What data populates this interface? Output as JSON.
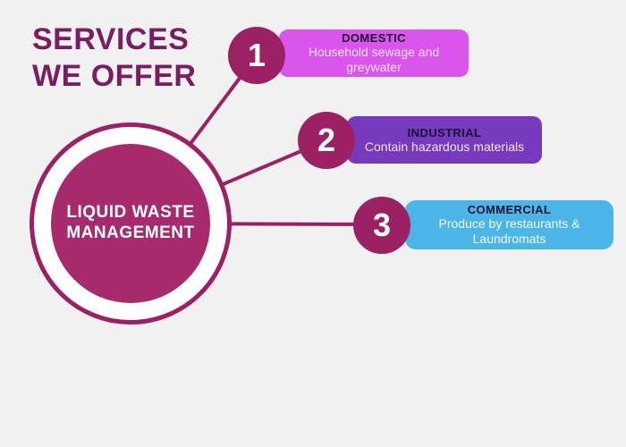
{
  "title": {
    "line1": "SERVICES",
    "line2": "WE OFFER"
  },
  "center": {
    "line1": "LIQUID WASTE",
    "line2": "MANAGEMENT"
  },
  "items": [
    {
      "number": "1",
      "heading": "DOMESTIC",
      "description": "Household sewage and greywater",
      "box_color": "#DA55EC",
      "text_color": "#F6E3F8"
    },
    {
      "number": "2",
      "heading": "INDUSTRIAL",
      "description": "Contain hazardous materials",
      "box_color": "#7739BE",
      "text_color": "#EDE6F8"
    },
    {
      "number": "3",
      "heading": "COMMERCIAL",
      "description": "Produce by restaurants & Laundromats",
      "box_color": "#4CB5E8",
      "text_color": "#F3FAFE"
    }
  ],
  "colors": {
    "background": "#F2F1F1",
    "accent": "#9B2064",
    "title_text": "#7A1E63",
    "center_circle_fill": "#A62A6C",
    "ring_gap": "#FFFFFF",
    "heading_text": "#16152E",
    "number_text": "#FFFFFF"
  }
}
